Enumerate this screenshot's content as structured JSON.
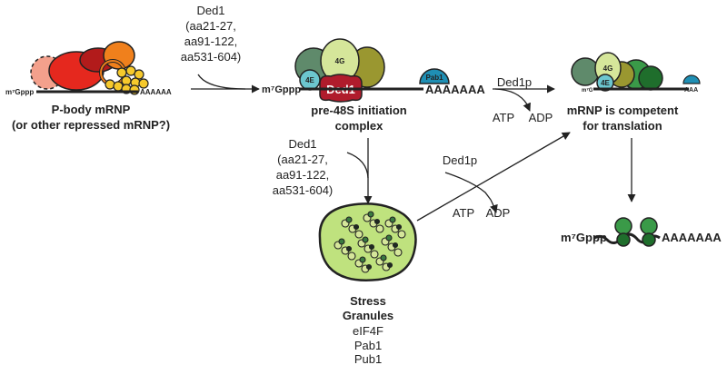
{
  "colors": {
    "mrna_line": "#222222",
    "ded1_red": "#b01c2c",
    "eif4e_blue": "#6cc6cf",
    "eif4g_green": "#d5e69a",
    "pab1_blue": "#1f8fb4",
    "ribosome_olive": "#8e8a2c",
    "ribosome_green": "#3a9a48",
    "stress_granule_fill": "#bfe27e",
    "pbody_red": "#e5281e",
    "pbody_orange": "#f0801c",
    "pbody_yellow": "#f6c92c"
  },
  "pbody": {
    "cap": "m⁷Gppp",
    "polya": "AAAAAA",
    "title_line1": "P-body mRNP",
    "title_line2": "(or other repressed mRNP?)"
  },
  "ded1_top": {
    "line1": "Ded1",
    "line2": "(aa21-27,",
    "line3": "aa91-122,",
    "line4": "aa531-604)"
  },
  "pre48s": {
    "cap": "m⁷Gppp",
    "polya": "AAAAAAA",
    "label_4g": "4G",
    "label_4e": "4E",
    "label_ded1": "Ded1",
    "label_pab1": "Pab1",
    "title_line1": "pre-48S initiation",
    "title_line2": "complex"
  },
  "ded1p_top": {
    "name": "Ded1p",
    "atp": "ATP",
    "adp": "ADP"
  },
  "competent": {
    "cap": "m⁷G",
    "label_4g": "4G",
    "label_4e": "4E",
    "polya": "AAA",
    "title_line1": "mRNP is competent",
    "title_line2": "for translation"
  },
  "ded1_mid": {
    "line1": "Ded1",
    "line2": "(aa21-27,",
    "line3": "aa91-122,",
    "line4": "aa531-604)"
  },
  "ded1p_mid": {
    "name": "Ded1p",
    "atp": "ATP",
    "adp": "ADP"
  },
  "stress_granules": {
    "title_line1": "Stress",
    "title_line2": "Granules",
    "items": [
      "eIF4F",
      "Pab1",
      "Pub1"
    ]
  },
  "polysome": {
    "cap": "m⁷Gppp",
    "polya": "AAAAAAA"
  }
}
